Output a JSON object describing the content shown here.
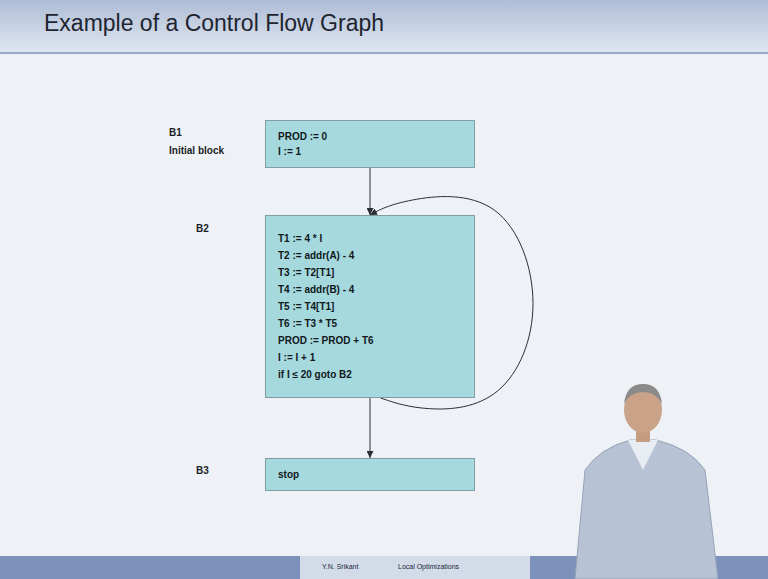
{
  "diagram": {
    "title": "Example of a Control Flow Graph",
    "nodes": [
      {
        "text": [
          "B1",
          "Initial block",
          "PROD := 0",
          "I := 1"
        ]
      },
      {
        "text": [
          "B2",
          "T1 := 4 * I",
          "T2 := addr(A) - 4",
          "T3 := T2[T1]",
          "T4 := addr(B) - 4",
          "T5 := T4[T1]",
          "T6 := T3 * T5",
          "PROD := PROD + T6",
          "I := I + 1",
          "if I ≤ 20 goto B2"
        ]
      },
      {
        "text": [
          "B3",
          "stop"
        ]
      }
    ],
    "edges": [
      {
        "from": 0,
        "to": 1,
        "arrow": "to"
      },
      {
        "from": 1,
        "to": 1,
        "arrow": "to"
      },
      {
        "from": 1,
        "to": 2,
        "arrow": "to"
      }
    ],
    "labels": [
      "Y.N. Srikant",
      "Local Optimizations"
    ]
  }
}
